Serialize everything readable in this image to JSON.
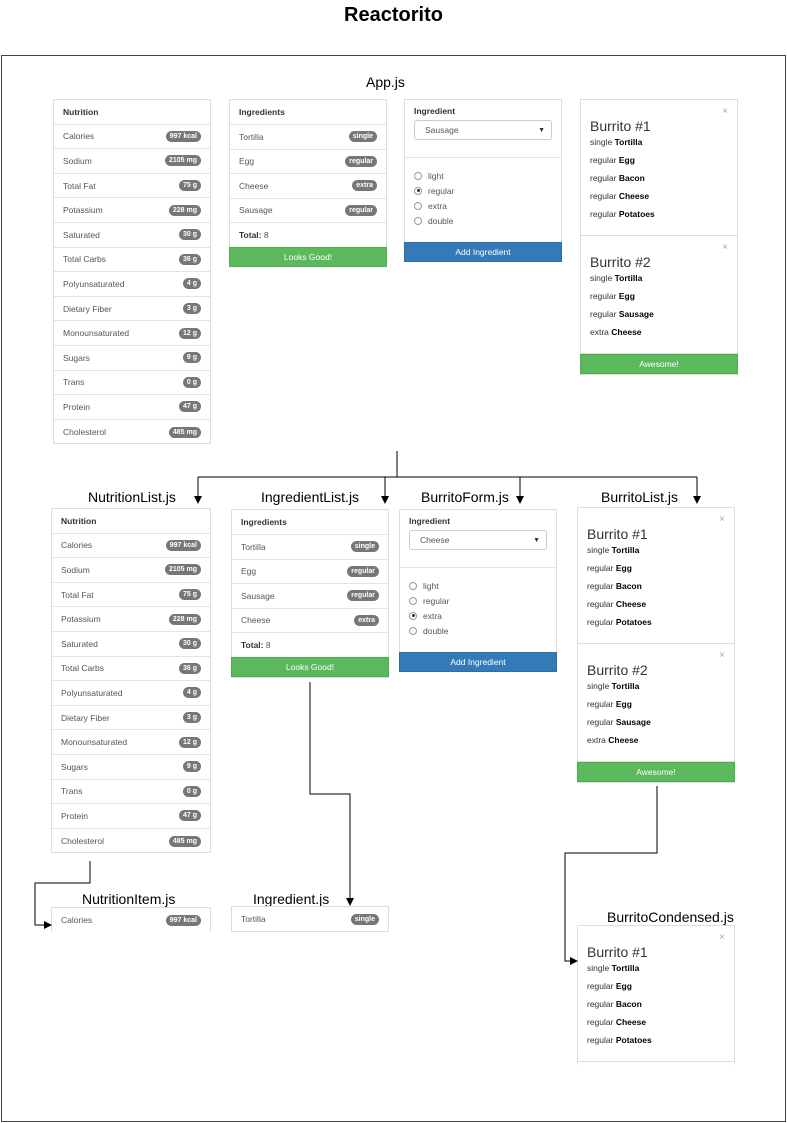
{
  "title": "Reactorito",
  "labels": {
    "app": "App.js",
    "nutrition_list": "NutritionList.js",
    "ingredient_list": "IngredientList.js",
    "burrito_form": "BurritoForm.js",
    "burrito_list": "BurritoList.js",
    "nutrition_item": "NutritionItem.js",
    "ingredient": "Ingredient.js",
    "burrito_condensed": "BurritoCondensed.js"
  },
  "nutrition": {
    "heading": "Nutrition",
    "rows": [
      {
        "name": "Calories",
        "value": "997 kcal"
      },
      {
        "name": "Sodium",
        "value": "2105 mg"
      },
      {
        "name": "Total Fat",
        "value": "75 g"
      },
      {
        "name": "Potassium",
        "value": "228 mg"
      },
      {
        "name": "Saturated",
        "value": "30 g"
      },
      {
        "name": "Total Carbs",
        "value": "36 g"
      },
      {
        "name": "Polyunsaturated",
        "value": "4 g"
      },
      {
        "name": "Dietary Fiber",
        "value": "3 g"
      },
      {
        "name": "Monounsaturated",
        "value": "12 g"
      },
      {
        "name": "Sugars",
        "value": "9 g"
      },
      {
        "name": "Trans",
        "value": "0 g"
      },
      {
        "name": "Protein",
        "value": "47 g"
      },
      {
        "name": "Cholesterol",
        "value": "485 mg"
      }
    ]
  },
  "ingredients_app": {
    "heading": "Ingredients",
    "rows": [
      {
        "name": "Tortilla",
        "amount": "single"
      },
      {
        "name": "Egg",
        "amount": "regular"
      },
      {
        "name": "Cheese",
        "amount": "extra"
      },
      {
        "name": "Sausage",
        "amount": "regular"
      }
    ],
    "total_label": "Total:",
    "total_value": " 8",
    "button": "Looks Good!"
  },
  "ingredients_list": {
    "heading": "Ingredients",
    "rows": [
      {
        "name": "Tortilla",
        "amount": "single"
      },
      {
        "name": "Egg",
        "amount": "regular"
      },
      {
        "name": "Sausage",
        "amount": "regular"
      },
      {
        "name": "Cheese",
        "amount": "extra"
      }
    ],
    "total_label": "Total:",
    "total_value": " 8",
    "button": "Looks Good!"
  },
  "form_app": {
    "heading": "Ingredient",
    "selected": "Sausage",
    "options": [
      "light",
      "regular",
      "extra",
      "double"
    ],
    "checked": "regular",
    "button": "Add Ingredient"
  },
  "form_component": {
    "heading": "Ingredient",
    "selected": "Cheese",
    "options": [
      "light",
      "regular",
      "extra",
      "double"
    ],
    "checked": "extra",
    "button": "Add Ingredient"
  },
  "burritos": [
    {
      "title": "Burrito #1",
      "close": "×",
      "items": [
        {
          "amount": "single",
          "name": "Tortilla"
        },
        {
          "amount": "regular",
          "name": "Egg"
        },
        {
          "amount": "regular",
          "name": "Bacon"
        },
        {
          "amount": "regular",
          "name": "Cheese"
        },
        {
          "amount": "regular",
          "name": "Potatoes"
        }
      ]
    },
    {
      "title": "Burrito #2",
      "close": "×",
      "items": [
        {
          "amount": "single",
          "name": "Tortilla"
        },
        {
          "amount": "regular",
          "name": "Egg"
        },
        {
          "amount": "regular",
          "name": "Sausage"
        },
        {
          "amount": "extra",
          "name": "Cheese"
        }
      ]
    }
  ],
  "burrito_button": "Awesome!",
  "nutrition_item": {
    "name": "Calories",
    "value": "997 kcal"
  },
  "ingredient_item": {
    "name": "Tortilla",
    "amount": "single"
  }
}
